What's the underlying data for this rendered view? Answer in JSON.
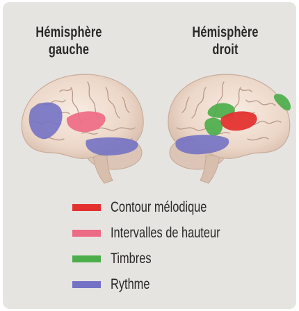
{
  "hemispheres": {
    "left": {
      "line1": "Hémisphère",
      "line2": "gauche"
    },
    "right": {
      "line1": "Hémisphère",
      "line2": "droit"
    }
  },
  "legend": [
    {
      "label": "Contour mélodique",
      "color": "#e2312f"
    },
    {
      "label": "Intervalles de hauteur",
      "color": "#ee6b85"
    },
    {
      "label": "Timbres",
      "color": "#4cae4a"
    },
    {
      "label": "Rythme",
      "color": "#7472c4"
    }
  ]
}
